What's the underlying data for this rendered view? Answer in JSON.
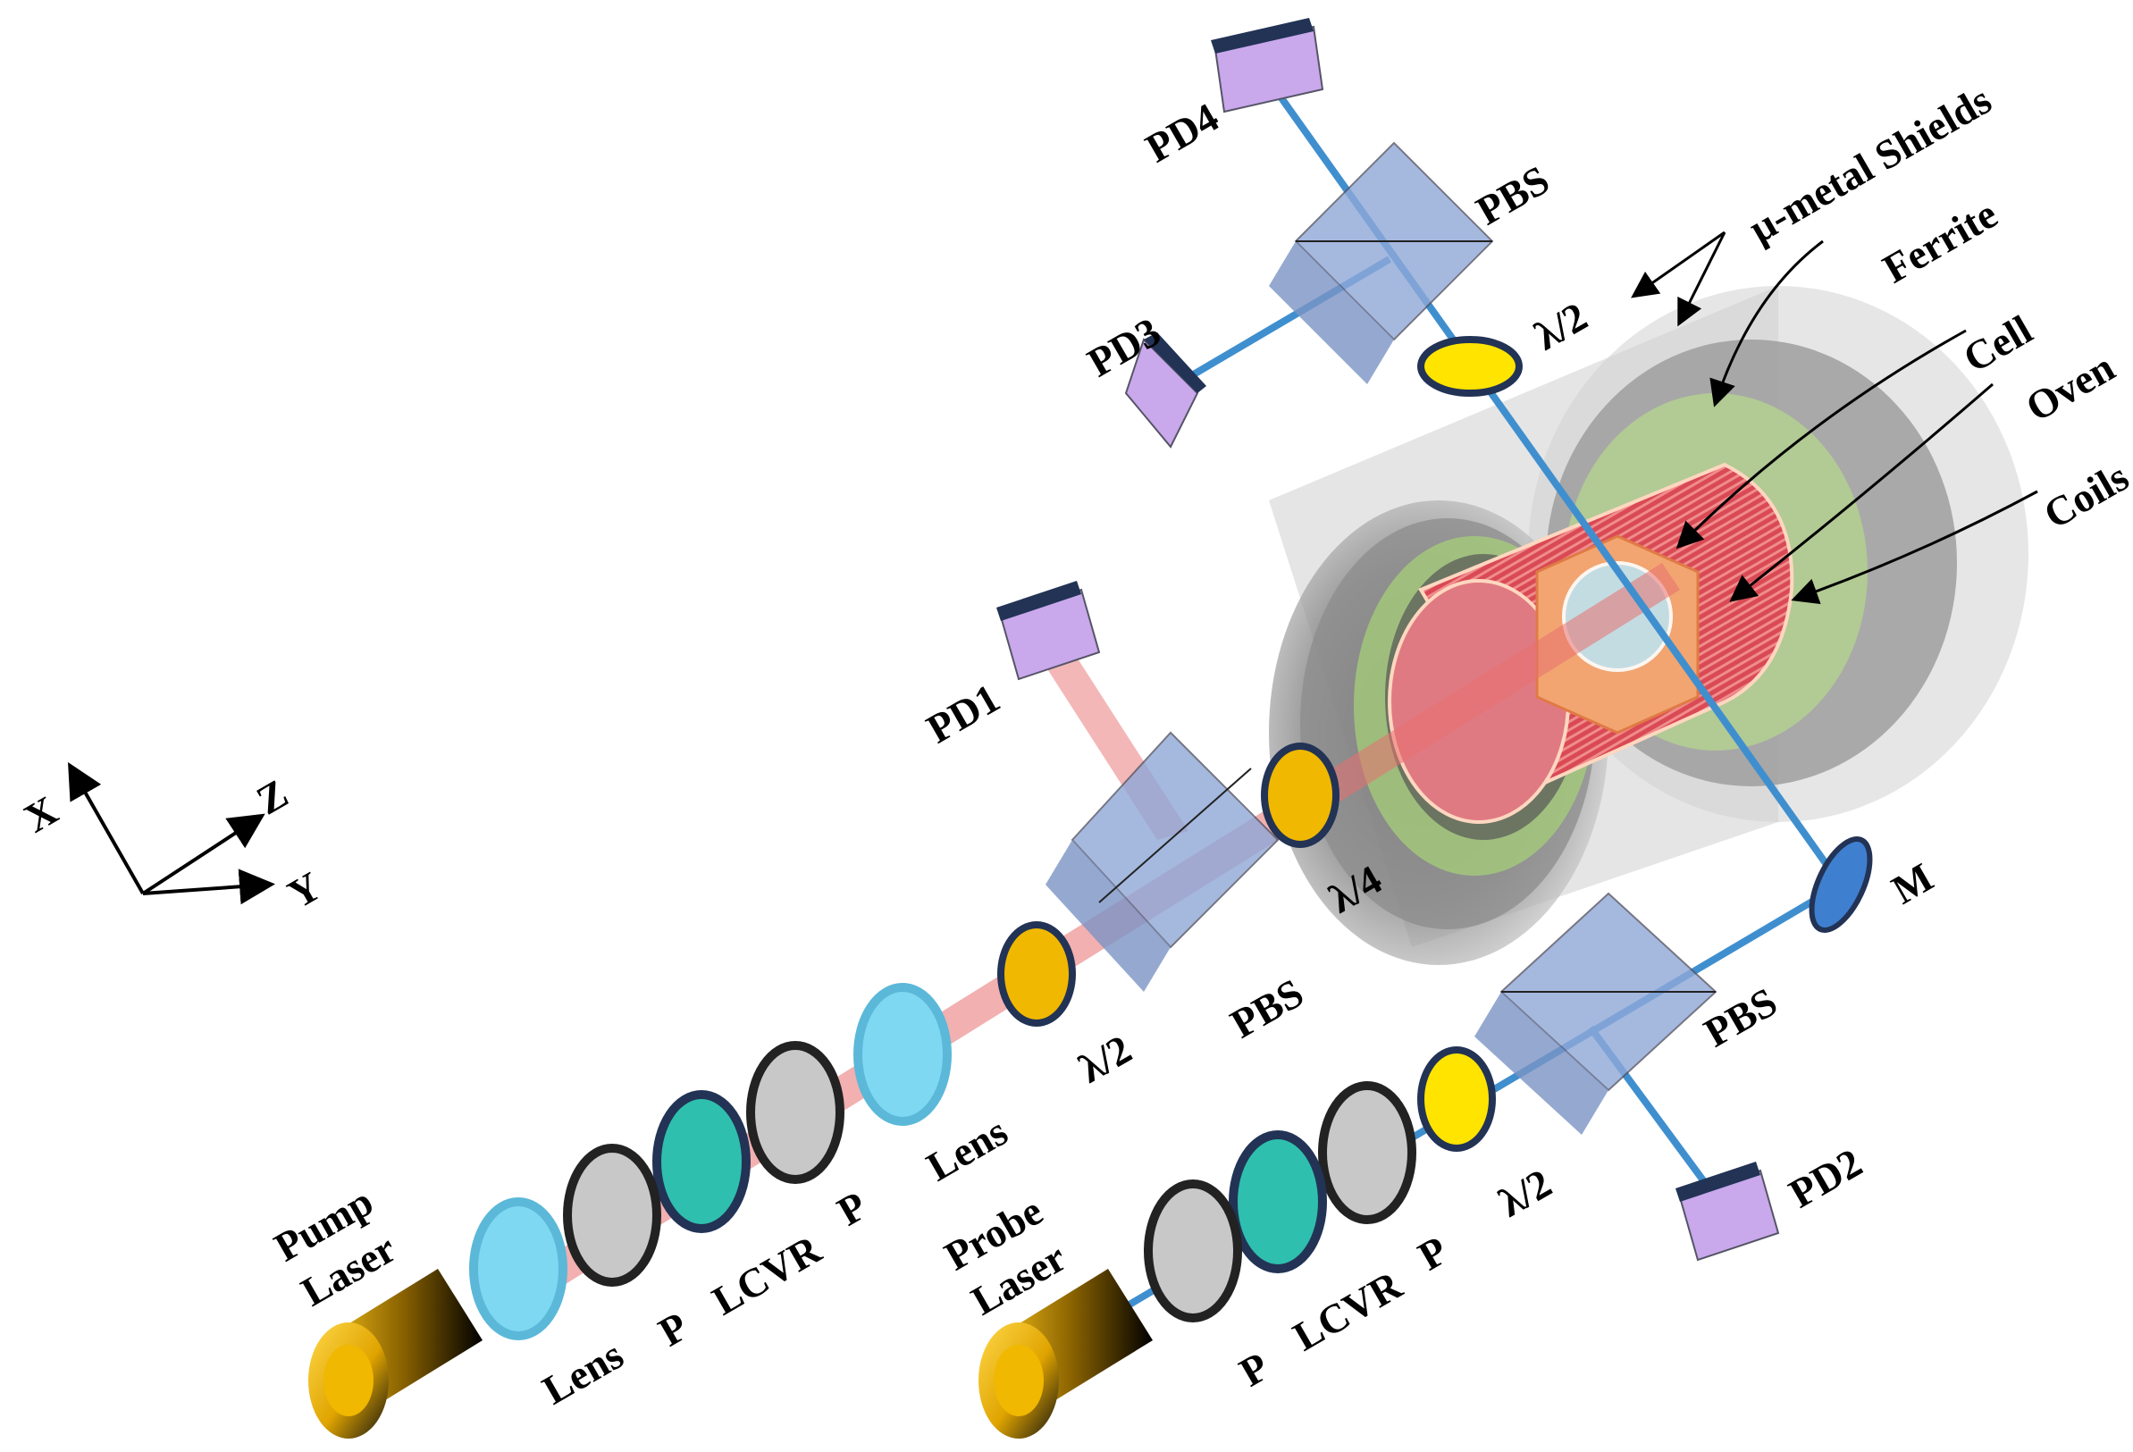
{
  "labels": {
    "pd4": "PD4",
    "pd3": "PD3",
    "pd1": "PD1",
    "pd2": "PD2",
    "pbs_top": "PBS",
    "pbs_mid": "PBS",
    "pbs_right": "PBS",
    "half_wave_top": "λ/2",
    "half_wave_pump": "λ/2",
    "half_wave_probe": "λ/2",
    "quarter_wave": "λ/4",
    "mu_metal": "μ-metal Shields",
    "ferrite": "Ferrite",
    "cell": "Cell",
    "oven": "Oven",
    "coils": "Coils",
    "mirror": "M",
    "lens_1": "Lens",
    "lens_2": "Lens",
    "p_pump_1": "P",
    "p_pump_2": "P",
    "lcvr_pump": "LCVR",
    "p_probe_1": "P",
    "p_probe_2": "P",
    "lcvr_probe": "LCVR",
    "pump_laser_line1": "Pump",
    "pump_laser_line2": "Laser",
    "probe_laser_line1": "Probe",
    "probe_laser_line2": "Laser",
    "axis_x": "X",
    "axis_y": "Y",
    "axis_z": "Z"
  },
  "colors": {
    "pump_beam": "#e8706f",
    "probe_beam": "#3f8fcf",
    "pbs_cube": "#8fa8d8",
    "photodiode": "#c9a8ec",
    "waveplate_yellow": "#ffe400",
    "lcvr_teal": "#2fbfae",
    "polarizer_gray": "#c8c8c8",
    "lens_cyan": "#7fd8f2",
    "laser_gold": "#f0b800",
    "ferrite_green": "#9ccf6a",
    "coil_red": "#d8434e",
    "oven_orange": "#f2a571"
  }
}
